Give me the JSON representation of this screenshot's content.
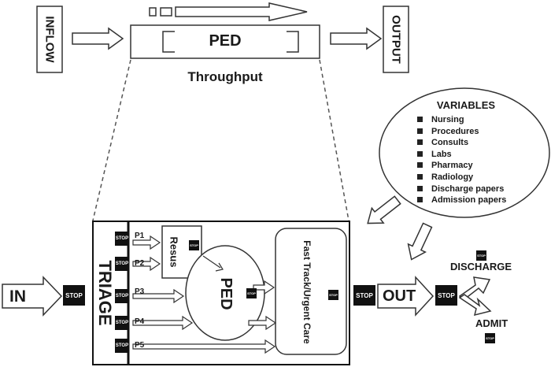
{
  "top": {
    "inflow": "INFLOW",
    "ped": "PED",
    "output": "OUTPUT",
    "throughput": "Throughput"
  },
  "variables": {
    "title": "VARIABLES",
    "items": [
      "Nursing",
      "Procedures",
      "Consults",
      "Labs",
      "Pharmacy",
      "Radiology",
      "Discharge papers",
      "Admission papers"
    ]
  },
  "bottom": {
    "in": "IN",
    "triage": "TRIAGE",
    "resus": "Resus",
    "ped": "PED",
    "fast_track": "Fast Track/Urgent Care",
    "out": "OUT",
    "discharge": "DISCHARGE",
    "admit": "ADMIT",
    "stop": "STOP",
    "paths": [
      "P1",
      "P2",
      "P3",
      "P4",
      "P5"
    ]
  }
}
